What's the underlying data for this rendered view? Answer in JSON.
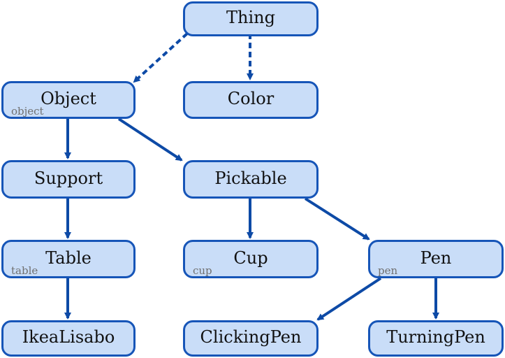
{
  "nodes": {
    "thing": {
      "label": "Thing"
    },
    "object": {
      "label": "Object",
      "instance": "object"
    },
    "color": {
      "label": "Color"
    },
    "support": {
      "label": "Support"
    },
    "pickable": {
      "label": "Pickable"
    },
    "table": {
      "label": "Table",
      "instance": "table"
    },
    "cup": {
      "label": "Cup",
      "instance": "cup"
    },
    "pen": {
      "label": "Pen",
      "instance": "pen"
    },
    "ikealisabo": {
      "label": "IkeaLisabo"
    },
    "clickingpen": {
      "label": "ClickingPen"
    },
    "turningpen": {
      "label": "TurningPen"
    }
  },
  "edges": [
    {
      "from": "thing",
      "to": "object",
      "style": "dashed"
    },
    {
      "from": "thing",
      "to": "color",
      "style": "dashed"
    },
    {
      "from": "object",
      "to": "support",
      "style": "solid"
    },
    {
      "from": "object",
      "to": "pickable",
      "style": "solid"
    },
    {
      "from": "support",
      "to": "table",
      "style": "solid"
    },
    {
      "from": "table",
      "to": "ikealisabo",
      "style": "solid"
    },
    {
      "from": "pickable",
      "to": "cup",
      "style": "solid"
    },
    {
      "from": "pickable",
      "to": "pen",
      "style": "solid"
    },
    {
      "from": "pen",
      "to": "clickingpen",
      "style": "solid"
    },
    {
      "from": "pen",
      "to": "turningpen",
      "style": "solid"
    }
  ],
  "colors": {
    "node_fill": "#c9ddf8",
    "node_border": "#1655b8",
    "edge": "#0d4aa6",
    "instance_text": "#707070"
  }
}
